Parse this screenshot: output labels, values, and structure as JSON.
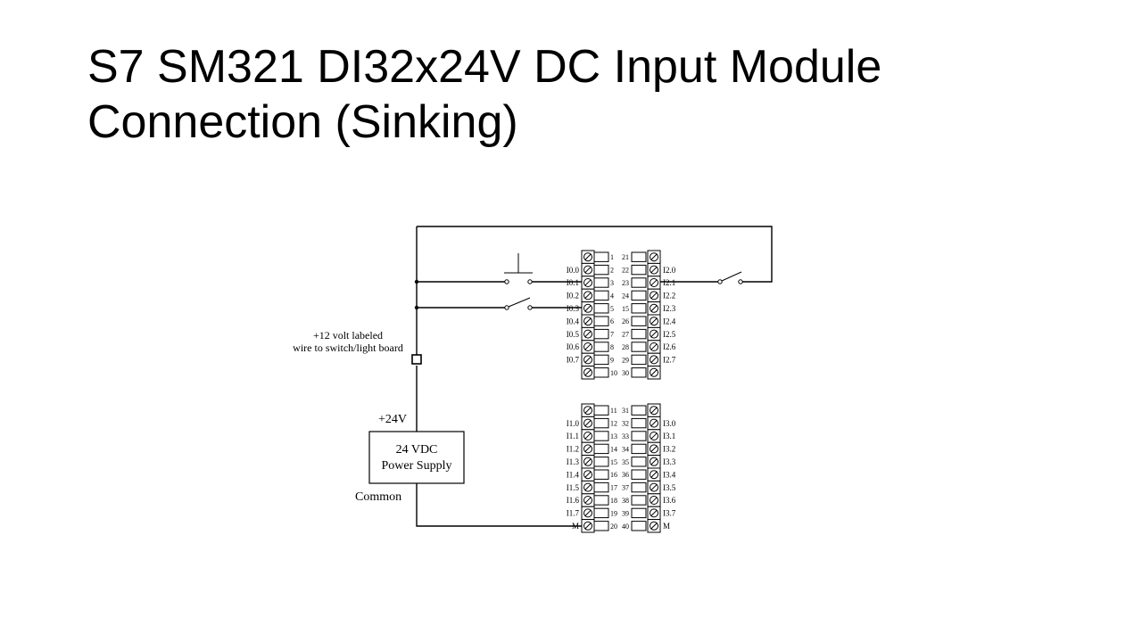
{
  "slide": {
    "title_line1": "S7 SM321 DI32x24V DC Input Module",
    "title_line2": "Connection (Sinking)"
  },
  "diagram": {
    "wire_label_line1": "+12 volt labeled",
    "wire_label_line2": "wire to switch/light board",
    "supply_positive": "+24V",
    "supply_line1": "24 VDC",
    "supply_line2": "Power Supply",
    "supply_common": "Common",
    "upper_left_block": {
      "terminals": [
        "1",
        "2",
        "3",
        "4",
        "5",
        "6",
        "7",
        "8",
        "9",
        "10"
      ],
      "signals": [
        "",
        "I0.0",
        "I0.1",
        "I0.2",
        "I0.3",
        "I0.4",
        "I0.5",
        "I0.6",
        "I0.7",
        ""
      ]
    },
    "upper_right_block": {
      "terminals": [
        "21",
        "22",
        "23",
        "24",
        "15",
        "26",
        "27",
        "28",
        "29",
        "30"
      ],
      "signals": [
        "",
        "I2.0",
        "I2.1",
        "I2.2",
        "I2.3",
        "I2.4",
        "I2.5",
        "I2.6",
        "I2.7",
        ""
      ]
    },
    "lower_left_block": {
      "terminals": [
        "11",
        "12",
        "13",
        "14",
        "15",
        "16",
        "17",
        "18",
        "19",
        "20"
      ],
      "signals": [
        "",
        "I1.0",
        "I1.1",
        "I1.2",
        "I1.3",
        "I1.4",
        "I1.5",
        "I1.6",
        "I1.7",
        "M"
      ]
    },
    "lower_right_block": {
      "terminals": [
        "31",
        "32",
        "33",
        "34",
        "35",
        "36",
        "37",
        "38",
        "39",
        "40"
      ],
      "signals": [
        "",
        "I3.0",
        "I3.1",
        "I3.2",
        "I3.3",
        "I3.4",
        "I3.5",
        "I3.6",
        "I3.7",
        "M"
      ]
    }
  }
}
